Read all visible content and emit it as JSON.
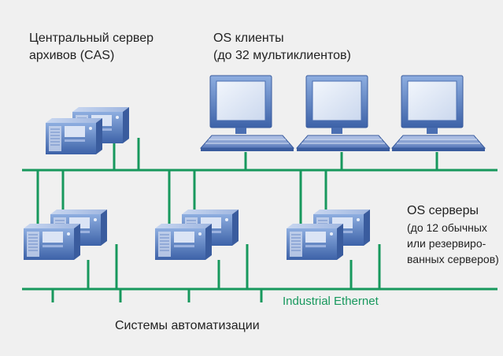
{
  "labels": {
    "cas": [
      "Центральный сервер",
      "архивов (CAS)"
    ],
    "clients": [
      "OS клиенты",
      "(до 32 мультиклиентов)"
    ],
    "servers": [
      "OS серверы",
      "(до 12 обычных",
      "или резервиро-",
      "ванных серверов)"
    ],
    "ethernet": "Industrial Ethernet",
    "automation": "Системы автоматизации"
  },
  "colors": {
    "background": "#f0f0f0",
    "bus_line": "#17985d",
    "device_body": "#5a7fc2",
    "device_front": "#c7d3ec",
    "monitor_screen": "#dfe8f6",
    "text": "#222222"
  },
  "icons": {
    "server": "server-rack-icon",
    "workstation": "desktop-computer-icon"
  }
}
